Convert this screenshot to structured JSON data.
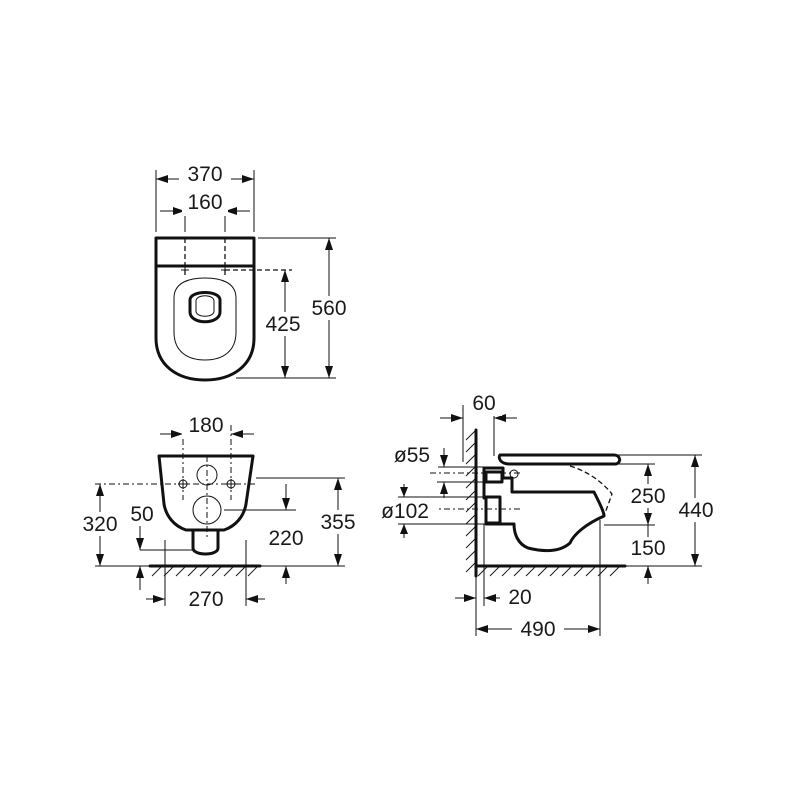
{
  "top_view": {
    "width_overall": "370",
    "fixing_spacing": "160",
    "fixing_to_front": "425",
    "depth_overall": "560"
  },
  "front_view": {
    "fixing_spacing": "180",
    "fixing_height": "320",
    "outlet_height": "50",
    "inlet_height": "220",
    "overall_height": "355",
    "floor_width": "270"
  },
  "side_view": {
    "wall_gap": "60",
    "inlet_diameter": "ø55",
    "outlet_diameter": "ø102",
    "inlet_to_top": "250",
    "overall_height": "440",
    "floor_clearance": "150",
    "wall_offset": "20",
    "projection": "490"
  }
}
